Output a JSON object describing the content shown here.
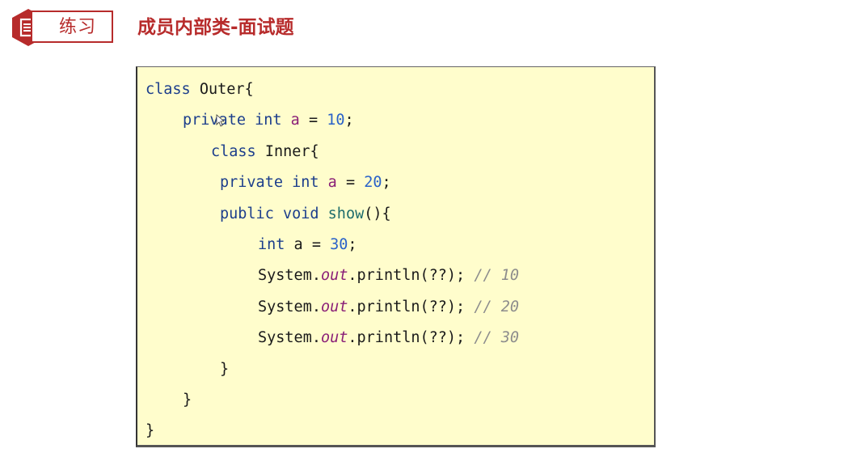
{
  "header": {
    "badge_label": "练习",
    "badge_icon": "document-icon",
    "title": "成员内部类-面试题",
    "accent_color": "#b72b2b"
  },
  "code": {
    "background": "#fffdcc",
    "lines": [
      {
        "indent": 0,
        "tokens": [
          {
            "t": "kw",
            "v": "class"
          },
          {
            "t": "plain",
            "v": " Outer{"
          }
        ]
      },
      {
        "indent": 1,
        "tokens": [
          {
            "t": "kw",
            "v": "private"
          },
          {
            "t": "plain",
            "v": " "
          },
          {
            "t": "kw",
            "v": "int"
          },
          {
            "t": "plain",
            "v": " "
          },
          {
            "t": "var",
            "v": "a"
          },
          {
            "t": "plain",
            "v": " = "
          },
          {
            "t": "num",
            "v": "10"
          },
          {
            "t": "plain",
            "v": ";"
          }
        ]
      },
      {
        "indent": 2,
        "tokens": [
          {
            "t": "kw",
            "v": "class"
          },
          {
            "t": "plain",
            "v": " Inner{"
          }
        ]
      },
      {
        "indent": 3,
        "tokens": [
          {
            "t": "kw",
            "v": "private"
          },
          {
            "t": "plain",
            "v": " "
          },
          {
            "t": "kw",
            "v": "int"
          },
          {
            "t": "plain",
            "v": " "
          },
          {
            "t": "var",
            "v": "a"
          },
          {
            "t": "plain",
            "v": " = "
          },
          {
            "t": "num",
            "v": "20"
          },
          {
            "t": "plain",
            "v": ";"
          }
        ]
      },
      {
        "indent": 3,
        "tokens": [
          {
            "t": "kw",
            "v": "public"
          },
          {
            "t": "plain",
            "v": " "
          },
          {
            "t": "kw",
            "v": "void"
          },
          {
            "t": "plain",
            "v": " "
          },
          {
            "t": "method",
            "v": "show"
          },
          {
            "t": "plain",
            "v": "(){"
          }
        ]
      },
      {
        "indent": 4,
        "tokens": [
          {
            "t": "kw",
            "v": "int"
          },
          {
            "t": "plain",
            "v": " a = "
          },
          {
            "t": "num",
            "v": "30"
          },
          {
            "t": "plain",
            "v": ";"
          }
        ]
      },
      {
        "indent": 4,
        "tokens": [
          {
            "t": "plain",
            "v": "System."
          },
          {
            "t": "field",
            "v": "out"
          },
          {
            "t": "plain",
            "v": ".println(??); "
          },
          {
            "t": "cmt",
            "v": "// 10"
          }
        ]
      },
      {
        "indent": 4,
        "tokens": [
          {
            "t": "plain",
            "v": "System."
          },
          {
            "t": "field",
            "v": "out"
          },
          {
            "t": "plain",
            "v": ".println(??); "
          },
          {
            "t": "cmt",
            "v": "// 20"
          }
        ]
      },
      {
        "indent": 4,
        "tokens": [
          {
            "t": "plain",
            "v": "System."
          },
          {
            "t": "field",
            "v": "out"
          },
          {
            "t": "plain",
            "v": ".println(??); "
          },
          {
            "t": "cmt",
            "v": "// 30"
          }
        ]
      },
      {
        "indent": 3,
        "tokens": [
          {
            "t": "plain",
            "v": "}"
          }
        ]
      },
      {
        "indent": 1,
        "tokens": [
          {
            "t": "plain",
            "v": "}"
          }
        ]
      },
      {
        "indent": 0,
        "tokens": [
          {
            "t": "plain",
            "v": "}"
          }
        ]
      }
    ]
  }
}
